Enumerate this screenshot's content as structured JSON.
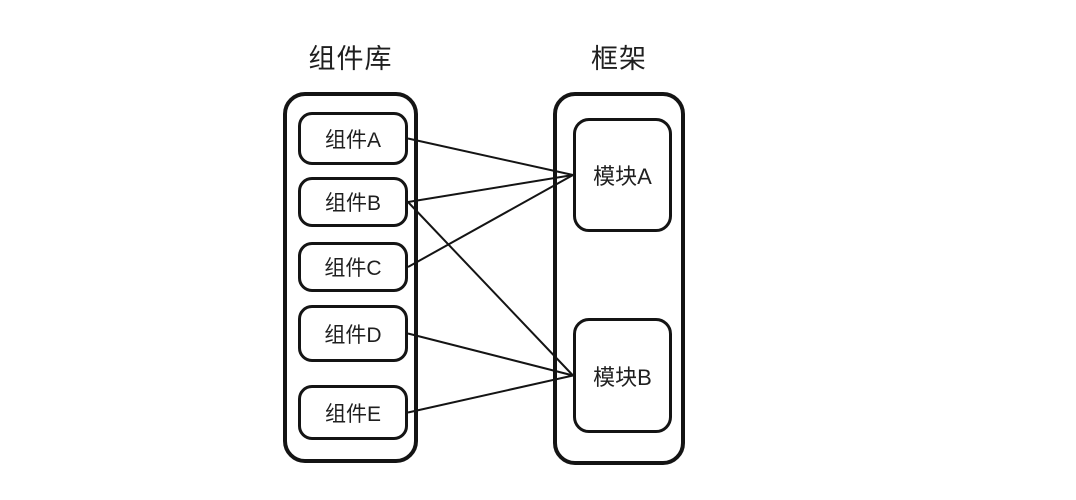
{
  "diagram": {
    "background": "#ffffff",
    "stroke_color": "#141414",
    "text_color": "#1f1f1f"
  },
  "library": {
    "title": "组件库",
    "components": [
      {
        "id": "comp-a",
        "label": "组件A"
      },
      {
        "id": "comp-b",
        "label": "组件B"
      },
      {
        "id": "comp-c",
        "label": "组件C"
      },
      {
        "id": "comp-d",
        "label": "组件D"
      },
      {
        "id": "comp-e",
        "label": "组件E"
      }
    ]
  },
  "framework": {
    "title": "框架",
    "modules": [
      {
        "id": "mod-a",
        "label": "模块A"
      },
      {
        "id": "mod-b",
        "label": "模块B"
      }
    ]
  },
  "edges": [
    {
      "from": "comp-a",
      "to": "mod-a"
    },
    {
      "from": "comp-b",
      "to": "mod-a"
    },
    {
      "from": "comp-b",
      "to": "mod-b"
    },
    {
      "from": "comp-c",
      "to": "mod-a"
    },
    {
      "from": "comp-d",
      "to": "mod-b"
    },
    {
      "from": "comp-e",
      "to": "mod-b"
    }
  ]
}
